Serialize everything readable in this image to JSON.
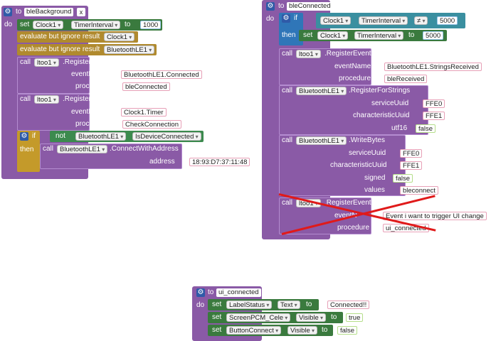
{
  "common": {
    "to": "to",
    "do": "do",
    "set": "set",
    "call": "call",
    "if": "if",
    "then": "then",
    "not": "not",
    "gear": "⚙"
  },
  "proc1": {
    "name": "bleBackground",
    "close": "x",
    "set1": {
      "component": "Clock1",
      "property": "TimerInterval",
      "value": "1000"
    },
    "eval_label": "evaluate but ignore result",
    "eval1": "Clock1",
    "eval2": "BluetoothLE1",
    "reg1": {
      "component": "ltoo1",
      "method": ".RegisterEvent",
      "eventName_label": "eventName",
      "eventName": "BluetoothLE1.Connected",
      "procedure_label": "procedure",
      "procedure": "bleConnected"
    },
    "reg2": {
      "component": "ltoo1",
      "method": ".RegisterEvent",
      "eventName_label": "eventName",
      "eventName": "Clock1.Timer",
      "procedure_label": "procedure",
      "procedure": "CheckConnection"
    },
    "if": {
      "component": "BluetoothLE1",
      "property": "IsDeviceConnected",
      "call_component": "BluetoothLE1",
      "call_method": ".ConnectWithAddress",
      "address_label": "address",
      "address": "18:93:D7:37:11:48"
    }
  },
  "proc2": {
    "name": "bleConnected",
    "if": {
      "component": "Clock1",
      "property": "TimerInterval",
      "op": "≠",
      "value": "5000"
    },
    "then_set": {
      "component": "Clock1",
      "property": "TimerInterval",
      "value": "5000"
    },
    "reg1": {
      "component": "ltoo1",
      "method": ".RegisterEvent",
      "eventName_label": "eventName",
      "eventName": "BluetoothLE1.StringsReceived",
      "procedure_label": "procedure",
      "procedure": "bleReceived"
    },
    "regstr": {
      "component": "BluetoothLE1",
      "method": ".RegisterForStrings",
      "service_label": "serviceUuid",
      "service": "FFE0",
      "char_label": "characteristicUuid",
      "char": "FFE1",
      "utf_label": "utf16",
      "utf": "false"
    },
    "write": {
      "component": "BluetoothLE1",
      "method": ".WriteBytes",
      "service_label": "serviceUuid",
      "service": "FFE0",
      "char_label": "characteristicUuid",
      "char": "FFE1",
      "signed_label": "signed",
      "signed": "false",
      "values_label": "values",
      "values": "bleconnect"
    },
    "reg2": {
      "component": "ltoo1",
      "method": ".RegisterEvent",
      "eventName_label": "eventN",
      "eventName": "Event i want to trigger UI change",
      "procedure_label": "procedure",
      "procedure": "ui_connected"
    }
  },
  "proc3": {
    "name": "ui_connected",
    "set1": {
      "component": "LabelStatus",
      "property": "Text",
      "value": "Connected!!"
    },
    "set2": {
      "component": "ScreenPCM_Cele",
      "property": "Visible",
      "value": "true"
    },
    "set3": {
      "component": "ButtonConnect",
      "property": "Visible",
      "value": "false"
    }
  },
  "colors": {
    "procedure": "#8a5aa6",
    "set": "#3a7a3e",
    "eval": "#b08a2e",
    "if": "#c49a2a",
    "text": "#b42e5a",
    "boolean": "#78b83a",
    "number": "#2f76b8",
    "cross_out": "#e01a1a"
  }
}
